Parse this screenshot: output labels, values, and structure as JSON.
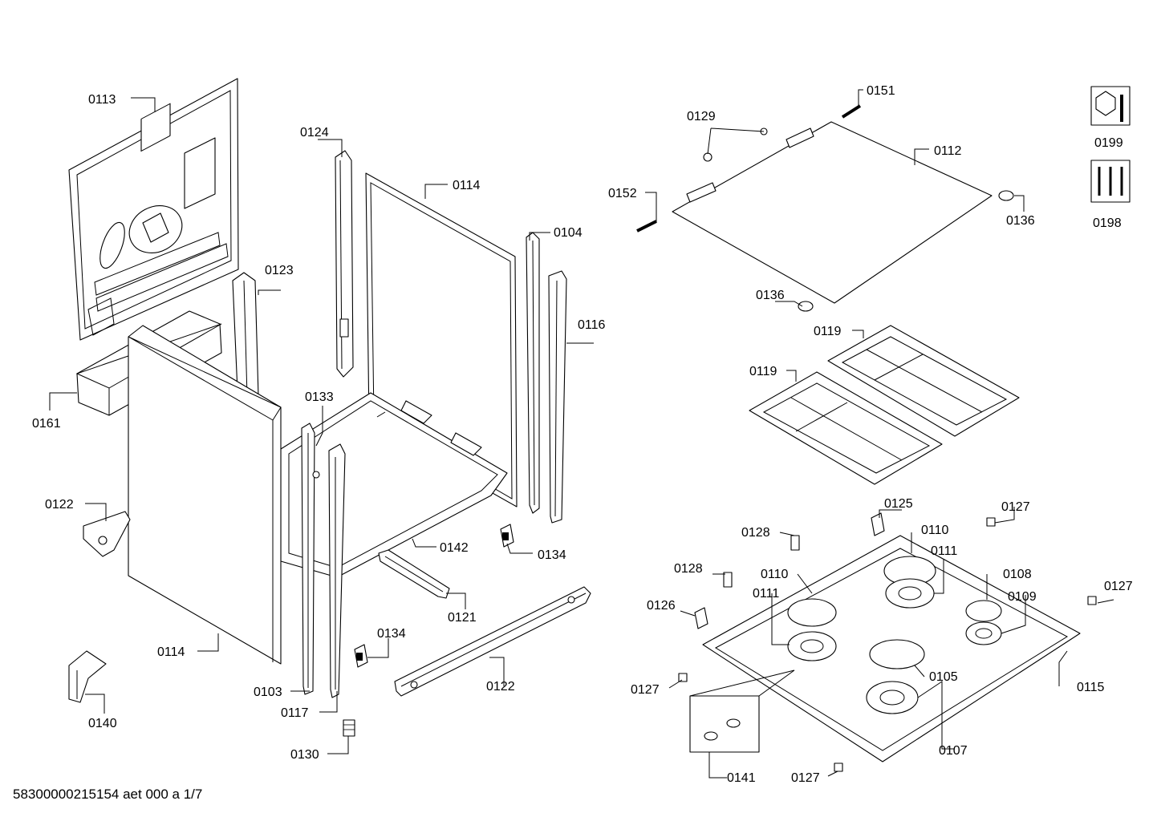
{
  "footer": {
    "doc_id": "58300000215154 aet 000 a 1/7"
  },
  "callouts": {
    "c0113": "0113",
    "c0124": "0124",
    "c0114a": "0114",
    "c0123": "0123",
    "c0104": "0104",
    "c0116": "0116",
    "c0161": "0161",
    "c0133": "0133",
    "c0122a": "0122",
    "c0142": "0142",
    "c0134a": "0134",
    "c0121": "0121",
    "c0134b": "0134",
    "c0114b": "0114",
    "c0103": "0103",
    "c0122b": "0122",
    "c0117": "0117",
    "c0140": "0140",
    "c0130": "0130",
    "c0151": "0151",
    "c0129": "0129",
    "c0112": "0112",
    "c0152": "0152",
    "c0136a": "0136",
    "c0136b": "0136",
    "c0119a": "0119",
    "c0119b": "0119",
    "c0199": "0199",
    "c0198": "0198",
    "c0125": "0125",
    "c0127a": "0127",
    "c0128a": "0128",
    "c0110a": "0110",
    "c0111a": "0111",
    "c0128b": "0128",
    "c0110b": "0110",
    "c0108": "0108",
    "c0111b": "0111",
    "c0109": "0109",
    "c0127b": "0127",
    "c0126": "0126",
    "c0105": "0105",
    "c0115": "0115",
    "c0127c": "0127",
    "c0107": "0107",
    "c0141": "0141",
    "c0127d": "0127"
  },
  "icons": {
    "tool": "wrench-nut-icon",
    "screws": "screw-set-icon"
  }
}
